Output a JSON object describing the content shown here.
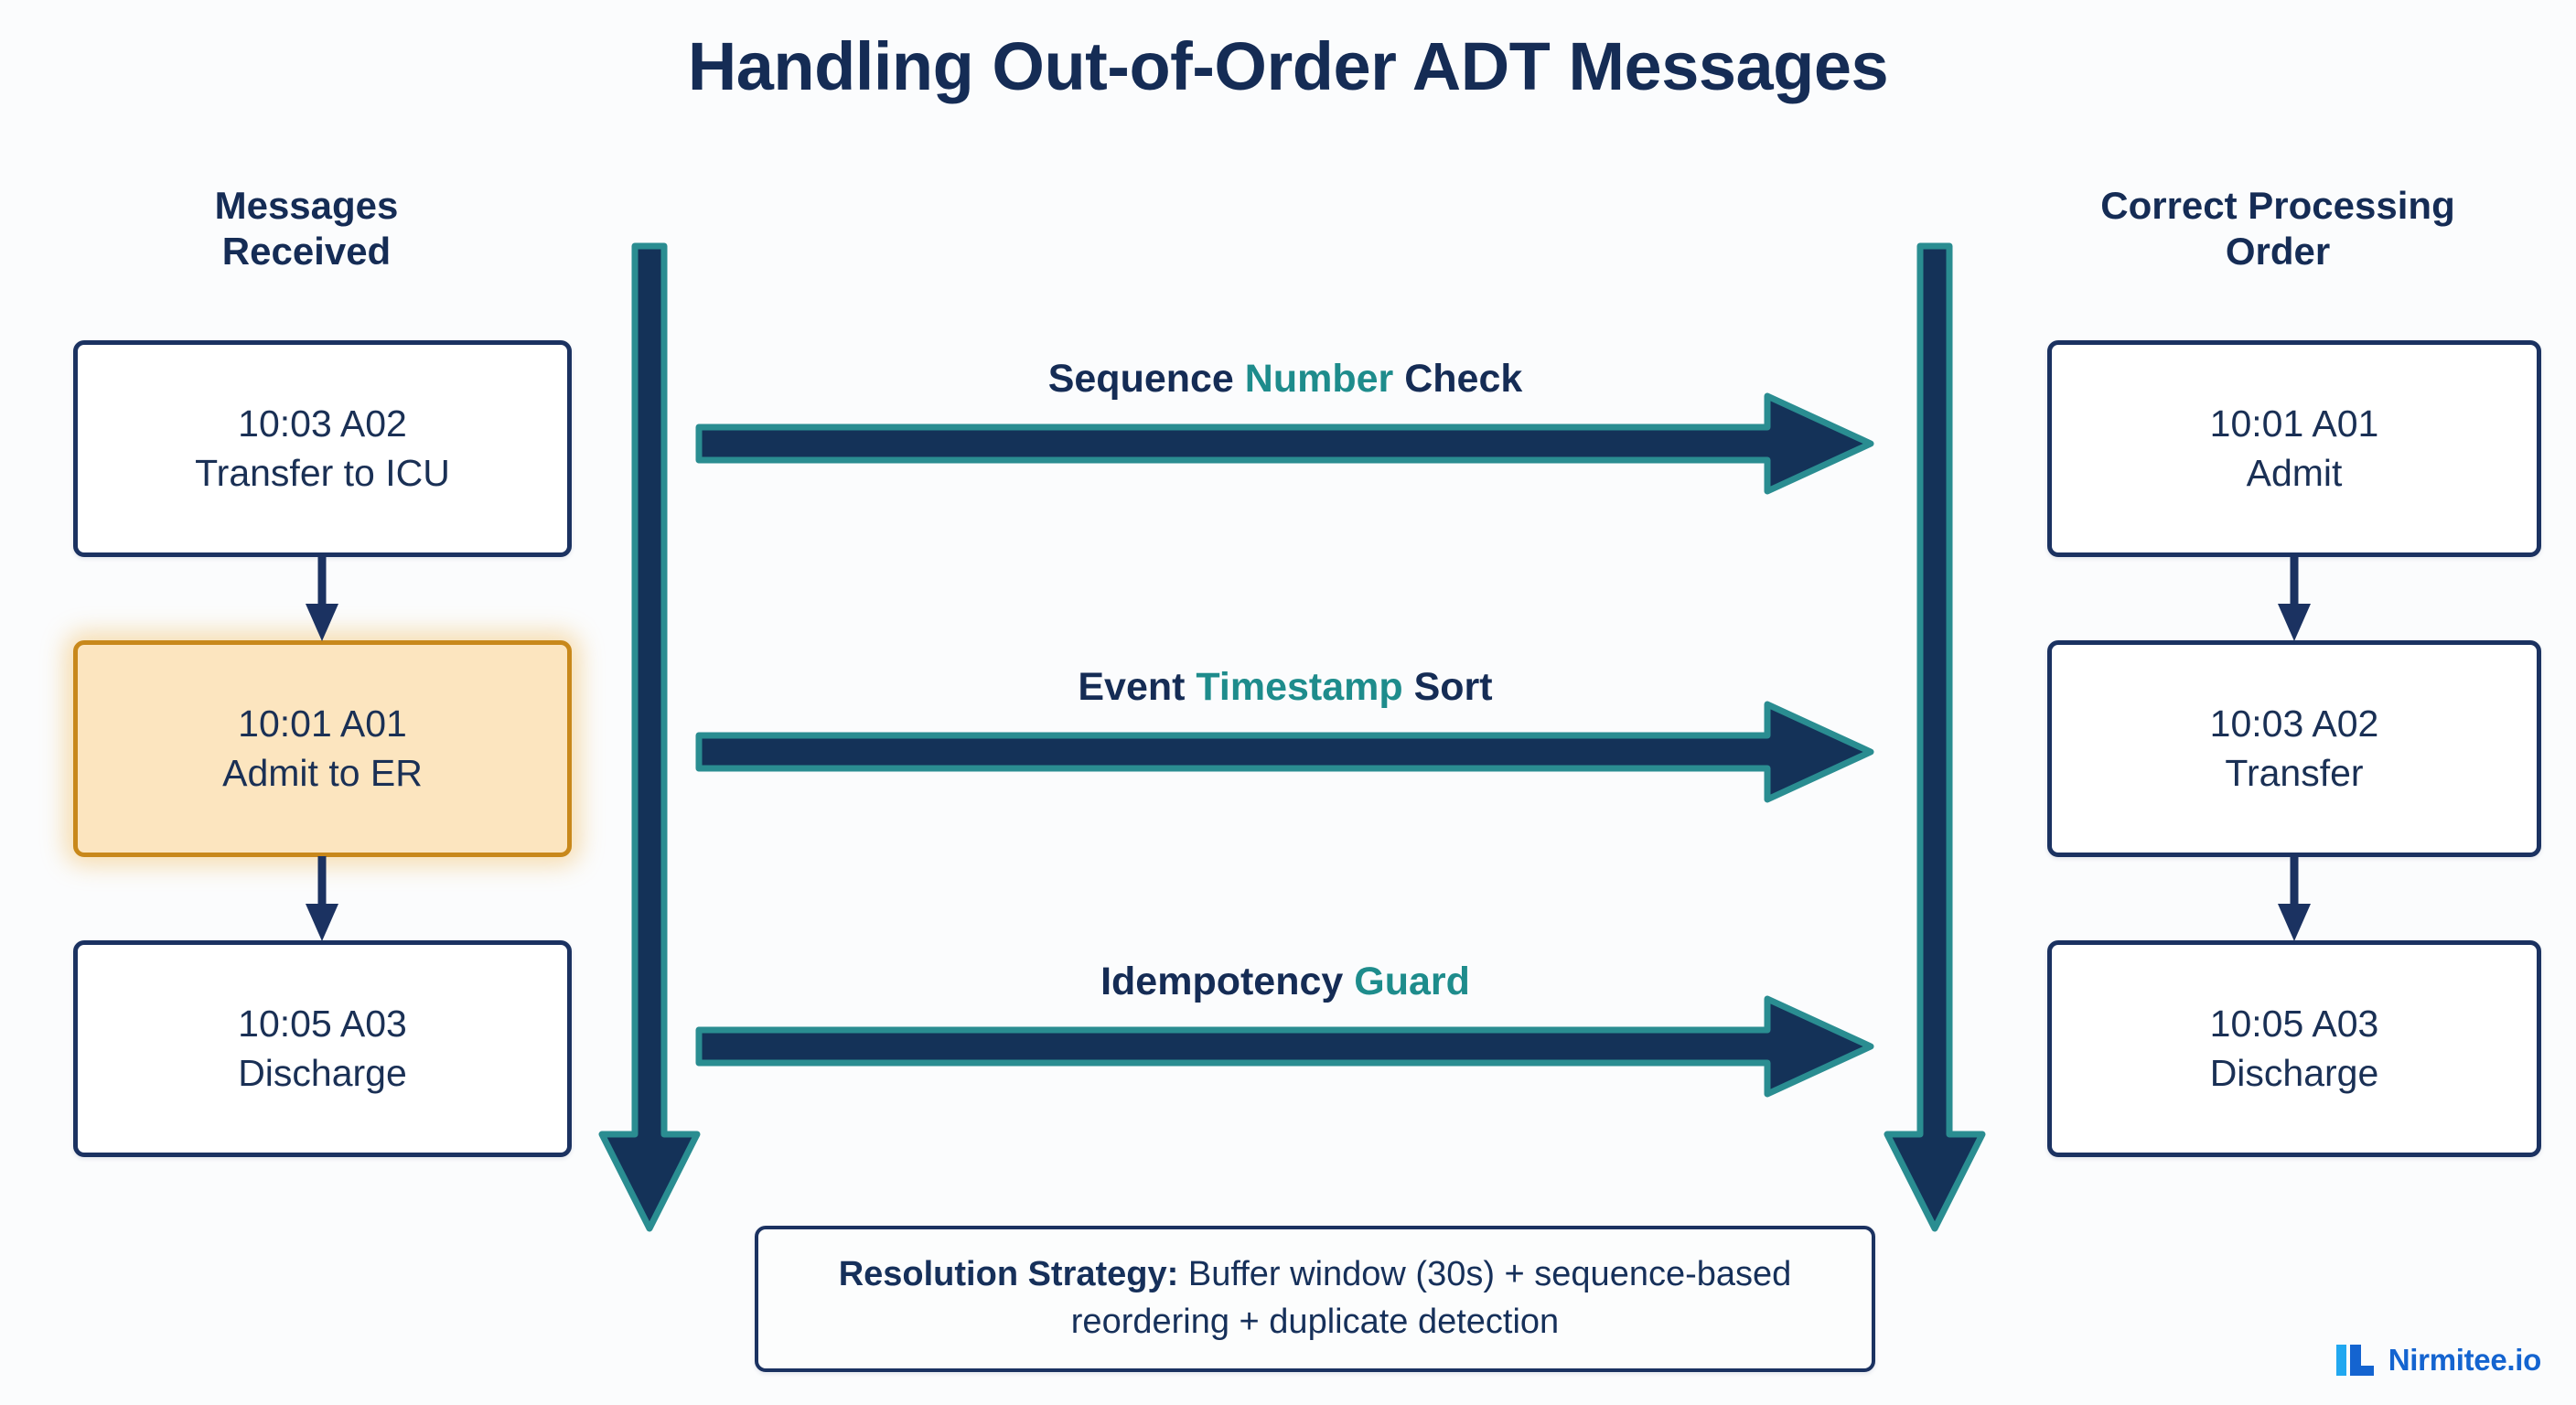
{
  "page": {
    "title": "Handling Out-of-Order ADT Messages",
    "background_color": "#FBFCFD",
    "navy": "#152C55",
    "teal": "#1E8C8C",
    "amber_border": "#C8881B",
    "amber_fill": "#FCE5BF"
  },
  "columns": {
    "left": {
      "heading": "Messages\nReceived",
      "heading_line1": "Messages",
      "heading_line2": "Received",
      "nodes": [
        {
          "time_code": "10:03 A02",
          "description": "Transfer to ICU",
          "highlighted": false
        },
        {
          "time_code": "10:01 A01",
          "description": "Admit to ER",
          "highlighted": true
        },
        {
          "time_code": "10:05 A03",
          "description": "Discharge",
          "highlighted": false
        }
      ]
    },
    "right": {
      "heading": "Correct Processing\nOrder",
      "heading_line1": "Correct Processing",
      "heading_line2": "Order",
      "nodes": [
        {
          "time_code": "10:01 A01",
          "description": "Admit",
          "highlighted": false
        },
        {
          "time_code": "10:03 A02",
          "description": "Transfer",
          "highlighted": false
        },
        {
          "time_code": "10:05 A03",
          "description": "Discharge",
          "highlighted": false
        }
      ]
    }
  },
  "strategies": [
    {
      "prefix": "Sequence ",
      "accent": "Number",
      "suffix": " Check"
    },
    {
      "prefix": "Event ",
      "accent": "Timestamp",
      "suffix": " Sort"
    },
    {
      "prefix": "Idempotency ",
      "accent": "Guard",
      "suffix": ""
    }
  ],
  "resolution": {
    "label": "Resolution Strategy:",
    "text": " Buffer window (30s) + sequence-based reordering + duplicate detection"
  },
  "logo": {
    "text": "Nirmitee.io",
    "mark_light": "#21A8F0",
    "mark_dark": "#1464D0"
  }
}
